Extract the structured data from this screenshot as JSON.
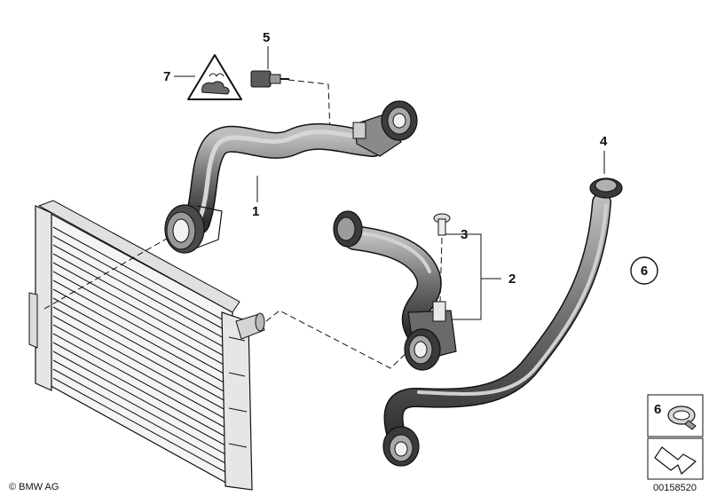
{
  "callouts": {
    "c1": "1",
    "c2": "2",
    "c3": "3",
    "c4": "4",
    "c5": "5",
    "c6_circle": "6",
    "c6_box": "6",
    "c7": "7"
  },
  "footer": {
    "copyright": "© BMW AG",
    "diagram_number": "00158520"
  },
  "colors": {
    "hose_dark": "#2b2b2b",
    "hose_mid": "#6b6b6b",
    "hose_light": "#b8b8b8",
    "line": "#111111",
    "background": "#ffffff"
  }
}
